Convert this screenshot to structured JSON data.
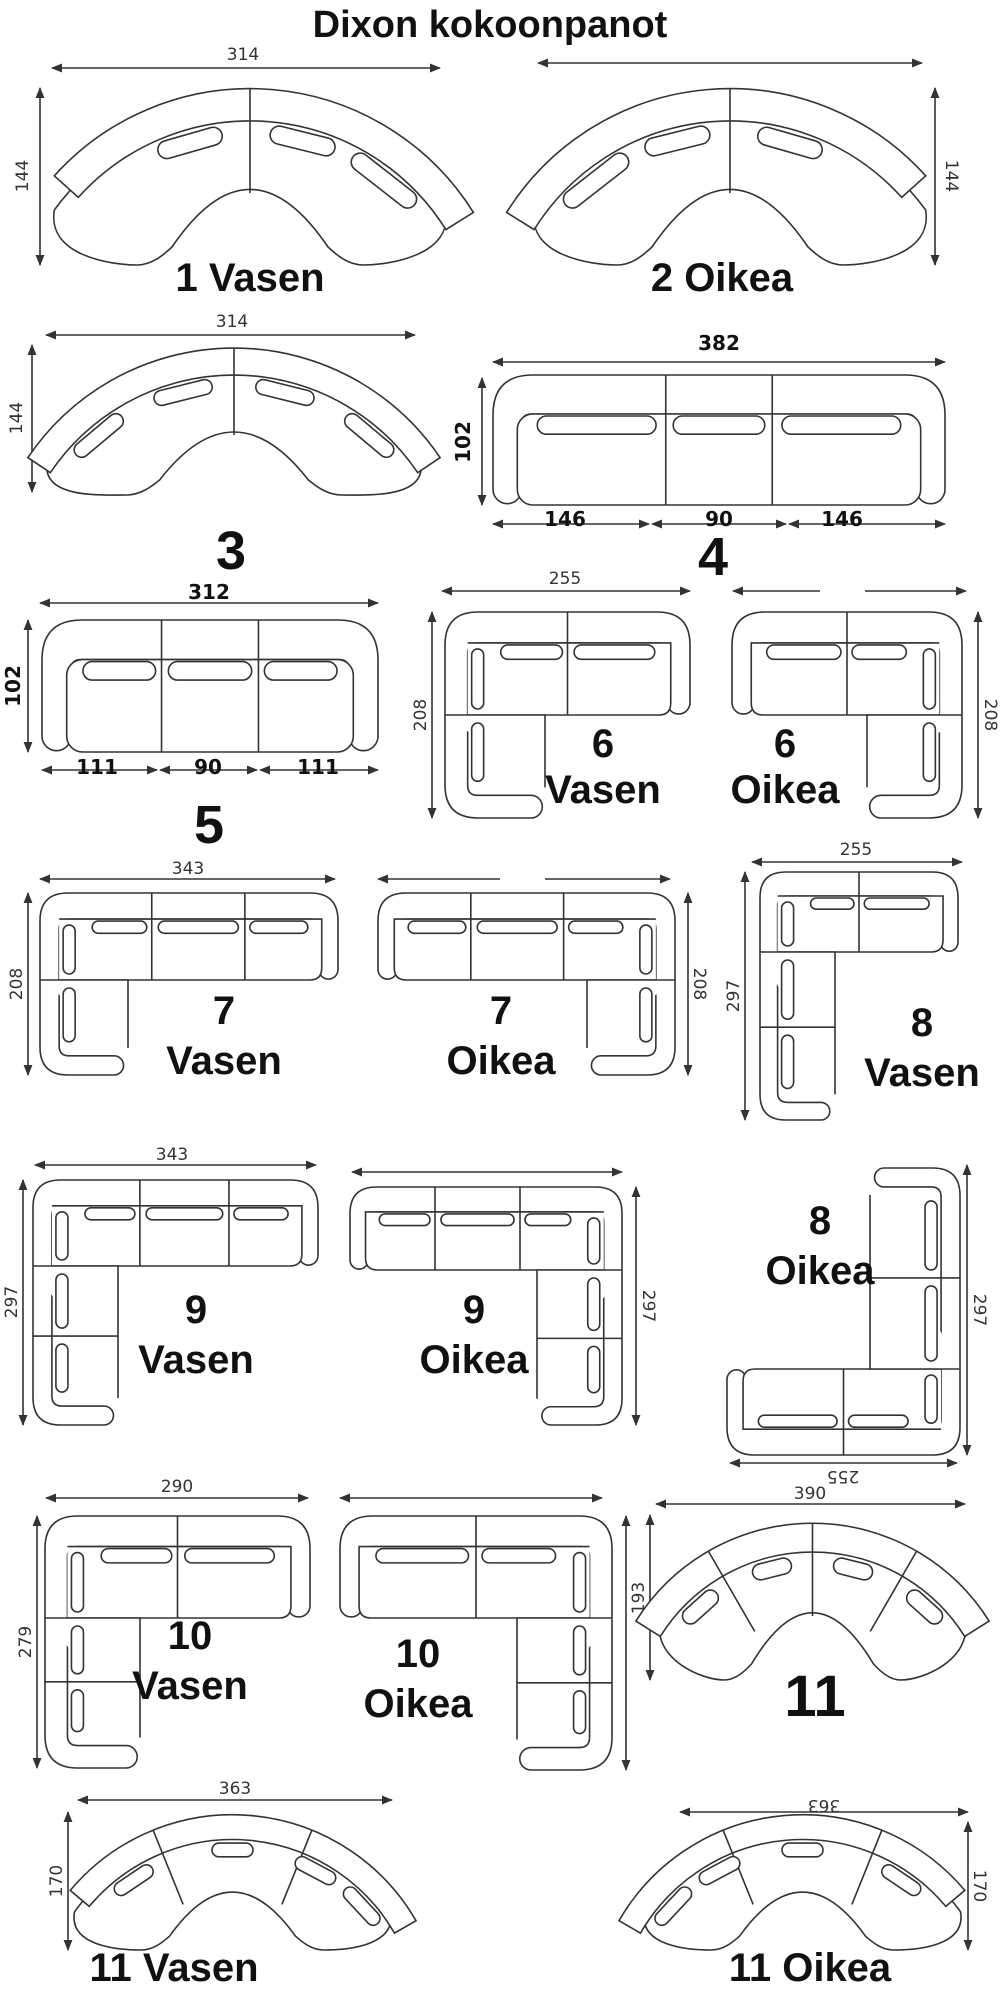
{
  "title": "Dixon kokoonpanot",
  "configs": {
    "c1": {
      "label": "1 Vasen",
      "width": "314",
      "depth": "144"
    },
    "c2": {
      "label": "2 Oikea",
      "depth": "144"
    },
    "c3": {
      "label": "3",
      "width": "314",
      "depth": "144"
    },
    "c4": {
      "label": "4",
      "width": "382",
      "depth": "102",
      "sections": [
        "146",
        "90",
        "146"
      ]
    },
    "c5": {
      "label": "5",
      "width": "312",
      "depth": "102",
      "sections": [
        "111",
        "90",
        "111"
      ]
    },
    "c6v": {
      "number": "6",
      "side": "Vasen",
      "width": "255",
      "depth": "208"
    },
    "c6o": {
      "number": "6",
      "side": "Oikea",
      "depth": "208"
    },
    "c7v": {
      "number": "7",
      "side": "Vasen",
      "width": "343",
      "depth": "208"
    },
    "c7o": {
      "number": "7",
      "side": "Oikea",
      "depth": "208"
    },
    "c8v": {
      "number": "8",
      "side": "Vasen",
      "width": "255",
      "depth": "297"
    },
    "c8o": {
      "number": "8",
      "side": "Oikea",
      "width": "255",
      "depth": "297"
    },
    "c9v": {
      "number": "9",
      "side": "Vasen",
      "width": "343",
      "depth": "297"
    },
    "c9o": {
      "number": "9",
      "side": "Oikea",
      "depth": "297"
    },
    "c10v": {
      "number": "10",
      "side": "Vasen",
      "width": "290",
      "depth": "279"
    },
    "c10o": {
      "number": "10",
      "side": "Oikea"
    },
    "c11": {
      "label": "11",
      "width": "390",
      "depth": "193"
    },
    "c11v": {
      "label": "11 Vasen",
      "width": "363",
      "depth": "170"
    },
    "c11o": {
      "label": "11 Oikea",
      "width": "363",
      "depth": "170"
    }
  },
  "colors": {
    "line": "#333333",
    "text": "#111111",
    "background": "#ffffff"
  }
}
